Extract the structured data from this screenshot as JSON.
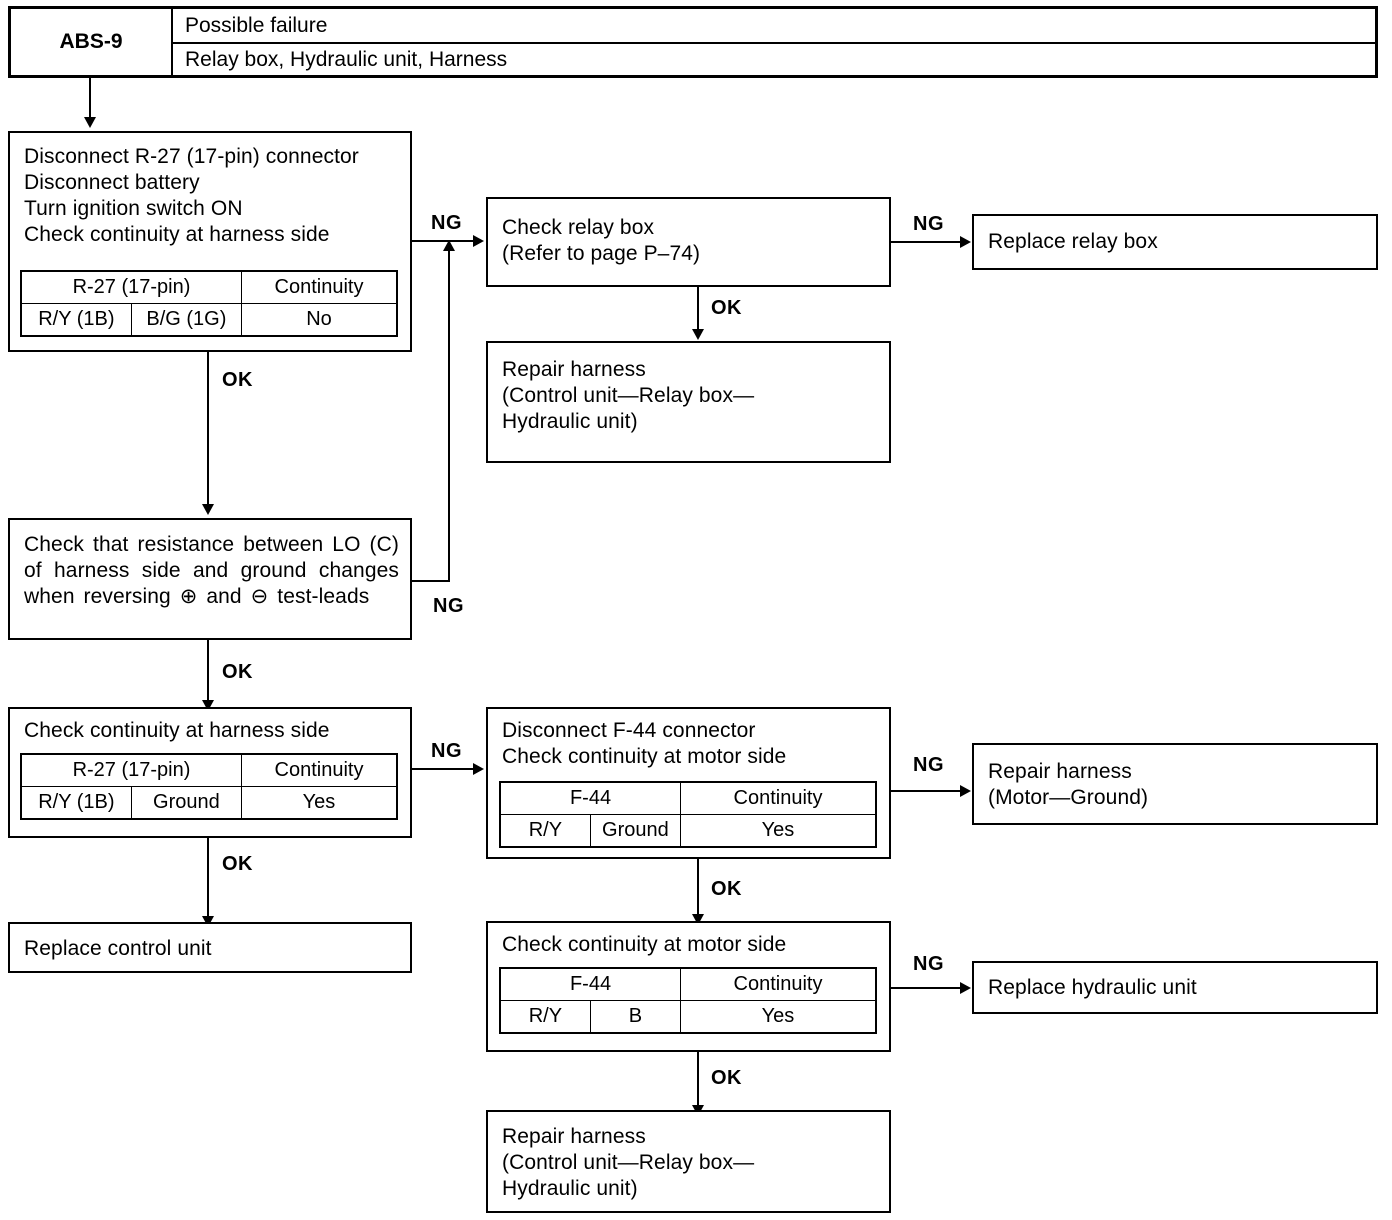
{
  "header": {
    "code": "ABS-9",
    "row1": "Possible failure",
    "row2": "Relay box, Hydraulic unit, Harness"
  },
  "nodes": {
    "check_harness_continuity": {
      "line1": "Disconnect R-27 (17-pin) connector",
      "line2": "Disconnect battery",
      "line3": "Turn ignition switch ON",
      "line4": "Check continuity at harness side",
      "table": {
        "header": [
          "R-27 (17-pin)",
          "Continuity"
        ],
        "row": [
          "R/Y (1B)",
          "B/G (1G)",
          "No"
        ]
      }
    },
    "check_relay_box": {
      "line1": "Check relay box",
      "line2": "(Refer to page P–74)"
    },
    "replace_relay_box": {
      "line1": "Replace relay box"
    },
    "repair_harness_control": {
      "line1": "Repair harness",
      "line2": "(Control unit—Relay box—",
      "line3": "Hydraulic unit)"
    },
    "check_resistance": {
      "text": "Check that resistance between LO (C) of harness side and ground changes when reversing ⊕ and ⊖ test-leads"
    },
    "check_harness_ground": {
      "line1": "Check continuity at harness side",
      "table": {
        "header": [
          "R-27 (17-pin)",
          "Continuity"
        ],
        "row": [
          "R/Y (1B)",
          "Ground",
          "Yes"
        ]
      }
    },
    "replace_control_unit": {
      "line1": "Replace control unit"
    },
    "disconnect_f44": {
      "line1": "Disconnect F-44 connector",
      "line2": "Check continuity at motor side",
      "table": {
        "header": [
          "F-44",
          "Continuity"
        ],
        "row": [
          "R/Y",
          "Ground",
          "Yes"
        ]
      }
    },
    "repair_harness_motor": {
      "line1": "Repair harness",
      "line2": "(Motor—Ground)"
    },
    "check_motor_side": {
      "line1": "Check continuity at motor side",
      "table": {
        "header": [
          "F-44",
          "Continuity"
        ],
        "row": [
          "R/Y",
          "B",
          "Yes"
        ]
      }
    },
    "replace_hydraulic_unit": {
      "line1": "Replace hydraulic unit"
    },
    "repair_harness_control2": {
      "line1": "Repair harness",
      "line2": "(Control unit—Relay box—",
      "line3": "Hydraulic unit)"
    }
  },
  "edges": {
    "ng1": "NG",
    "ok1": "OK",
    "ng_relay": "NG",
    "ok_relay": "OK",
    "ng2": "NG",
    "ok2": "OK",
    "ng3": "NG",
    "ok3": "OK",
    "ng_f44": "NG",
    "ok_f44": "OK",
    "ng_motor": "NG",
    "ok_motor": "OK"
  }
}
